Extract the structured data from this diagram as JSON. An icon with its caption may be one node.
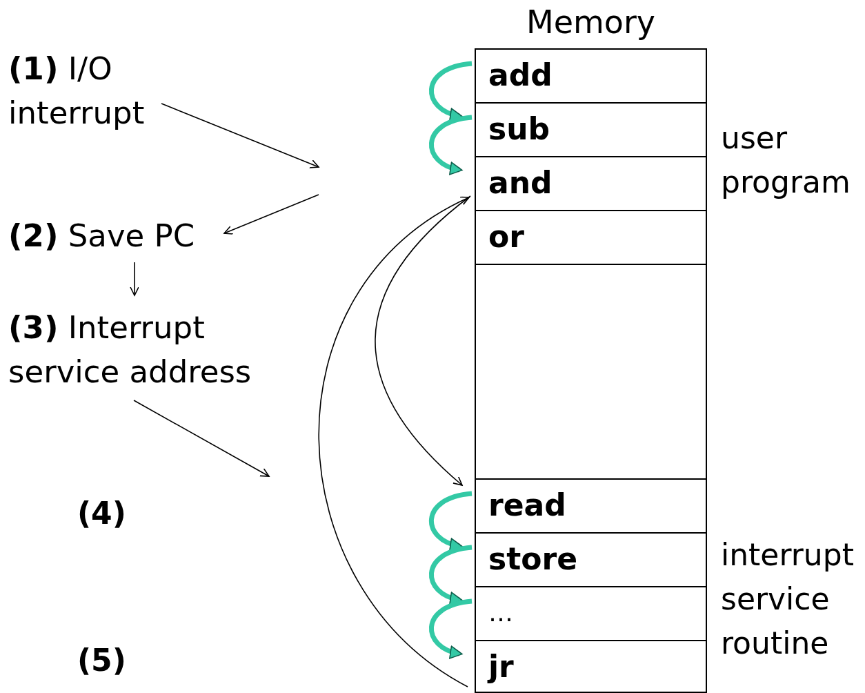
{
  "diagram": {
    "nodes": [
      {
        "text": [
          "Memory"
        ]
      },
      {
        "text": [
          "add"
        ],
        "in": 0
      },
      {
        "text": [
          "sub"
        ],
        "in": 0
      },
      {
        "text": [
          "and"
        ],
        "in": 0
      },
      {
        "text": [
          "or"
        ],
        "in": 0
      },
      {
        "text": [],
        "shape": "box",
        "in": 0
      },
      {
        "text": [
          "read"
        ],
        "in": 0
      },
      {
        "text": [
          "store"
        ],
        "in": 0
      },
      {
        "text": [
          "…"
        ],
        "in": 0
      },
      {
        "text": [
          "jr"
        ],
        "in": 0
      },
      {
        "text": [
          "**(1)** I/O interrupt"
        ]
      },
      {
        "text": [
          "**(2)** Save PC"
        ]
      },
      {
        "text": [
          "**(3)** Interrupt service address"
        ]
      }
    ],
    "edges": [
      {
        "from": 10,
        "to": null,
        "arrow": "to"
      },
      {
        "from": null,
        "to": 11,
        "arrow": "to"
      },
      {
        "from": 11,
        "to": 12,
        "arrow": "to"
      },
      {
        "from": 12,
        "to": null,
        "arrow": "to"
      },
      {
        "from": 1,
        "to": 2,
        "arrow": "to",
        "style": "thick",
        "color": "#33c9a5"
      },
      {
        "from": 2,
        "to": 3,
        "arrow": "to",
        "style": "thick",
        "color": "#33c9a5"
      },
      {
        "from": 3,
        "to": 6,
        "arrow": "to"
      },
      {
        "from": 6,
        "to": 7,
        "arrow": "to",
        "style": "thick",
        "color": "#33c9a5"
      },
      {
        "from": 7,
        "to": 8,
        "arrow": "to",
        "style": "thick",
        "color": "#33c9a5"
      },
      {
        "from": 8,
        "to": 9,
        "arrow": "to",
        "style": "thick",
        "color": "#33c9a5"
      },
      {
        "from": 9,
        "to": 3,
        "arrow": "to"
      }
    ],
    "labels": [
      "user program",
      "(4)",
      "interrupt service routine",
      "(5)"
    ]
  }
}
